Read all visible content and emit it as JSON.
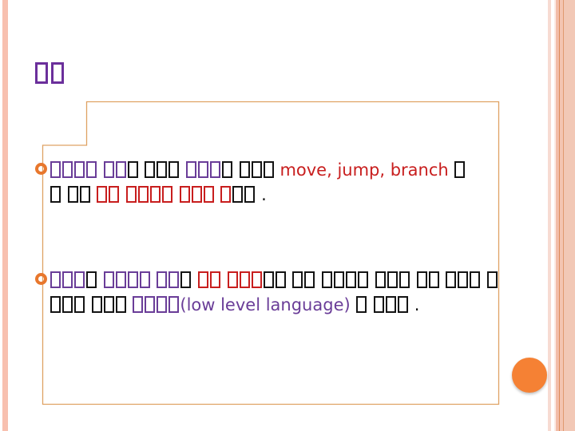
{
  "palette": {
    "purple": "#6a3d98",
    "titlePurple": "#6b2f9b",
    "black": "#141414",
    "red": "#c81e1e"
  },
  "decor": {
    "left_bar_color": "#f8c0af",
    "frame_color": "#dfa263",
    "bubble_color": "#f58134",
    "bullet_color": "#e8772c",
    "stripes": [
      {
        "w": 4,
        "c": "#f7dbd2"
      },
      {
        "w": 4,
        "c": "#ffffff"
      },
      {
        "w": 2,
        "c": "#fcebe5"
      },
      {
        "w": 4,
        "c": "#f2bca8"
      },
      {
        "w": 1,
        "c": "#dd8b59"
      },
      {
        "w": 4,
        "c": "#f4c5b2"
      },
      {
        "w": 1,
        "c": "#e09a70"
      },
      {
        "w": 14,
        "c": "#f2c8b6"
      }
    ]
  },
  "title": {
    "runs": [
      {
        "b": 2,
        "c": "titlePurple"
      }
    ]
  },
  "bullets": [
    {
      "lines": [
        [
          {
            "b": 4,
            "c": "purple"
          },
          {
            "t": " ",
            "c": "black"
          },
          {
            "b": 2,
            "c": "purple"
          },
          {
            "b": 1,
            "c": "black"
          },
          {
            "t": " ",
            "c": "black"
          },
          {
            "b": 3,
            "c": "black"
          },
          {
            "t": " ",
            "c": "black"
          },
          {
            "b": 3,
            "c": "purple"
          },
          {
            "b": 1,
            "c": "black"
          },
          {
            "t": " ",
            "c": "black"
          },
          {
            "b": 3,
            "c": "black"
          },
          {
            "t": " ",
            "c": "black"
          },
          {
            "t": "move, jump, branch",
            "c": "red"
          },
          {
            "t": " ",
            "c": "black"
          },
          {
            "b": 1,
            "c": "black"
          }
        ],
        [
          {
            "b": 1,
            "c": "black"
          },
          {
            "t": " ",
            "c": "black"
          },
          {
            "b": 2,
            "c": "black"
          },
          {
            "t": " ",
            "c": "black"
          },
          {
            "b": 2,
            "c": "red"
          },
          {
            "t": " ",
            "c": "black"
          },
          {
            "b": 4,
            "c": "red"
          },
          {
            "t": " ",
            "c": "black"
          },
          {
            "b": 3,
            "c": "red"
          },
          {
            "t": " ",
            "c": "black"
          },
          {
            "b": 1,
            "c": "red"
          },
          {
            "b": 2,
            "c": "black"
          },
          {
            "t": " .",
            "c": "black"
          }
        ]
      ]
    },
    {
      "lines": [
        [
          {
            "b": 3,
            "c": "purple"
          },
          {
            "b": 1,
            "c": "black"
          },
          {
            "t": " ",
            "c": "black"
          },
          {
            "b": 4,
            "c": "purple"
          },
          {
            "t": " ",
            "c": "black"
          },
          {
            "b": 2,
            "c": "purple"
          },
          {
            "b": 1,
            "c": "black"
          },
          {
            "t": " ",
            "c": "black"
          },
          {
            "b": 2,
            "c": "red"
          },
          {
            "t": " ",
            "c": "black"
          },
          {
            "b": 3,
            "c": "red"
          },
          {
            "b": 2,
            "c": "black"
          },
          {
            "t": " ",
            "c": "black"
          },
          {
            "b": 2,
            "c": "black"
          },
          {
            "t": " ",
            "c": "black"
          },
          {
            "b": 4,
            "c": "black"
          },
          {
            "t": " ",
            "c": "black"
          },
          {
            "b": 3,
            "c": "black"
          },
          {
            "t": " ",
            "c": "black"
          },
          {
            "b": 2,
            "c": "black"
          },
          {
            "t": " ",
            "c": "black"
          },
          {
            "b": 3,
            "c": "black"
          },
          {
            "t": " ",
            "c": "black"
          },
          {
            "b": 1,
            "c": "black"
          }
        ],
        [
          {
            "b": 3,
            "c": "black"
          },
          {
            "t": " ",
            "c": "black"
          },
          {
            "b": 3,
            "c": "black"
          },
          {
            "t": " ",
            "c": "black"
          },
          {
            "b": 4,
            "c": "purple"
          },
          {
            "t": "(low level language)",
            "c": "purple"
          },
          {
            "t": " ",
            "c": "black"
          },
          {
            "b": 1,
            "c": "black"
          },
          {
            "t": " ",
            "c": "black"
          },
          {
            "b": 3,
            "c": "black"
          },
          {
            "t": " .",
            "c": "black"
          }
        ]
      ]
    }
  ]
}
